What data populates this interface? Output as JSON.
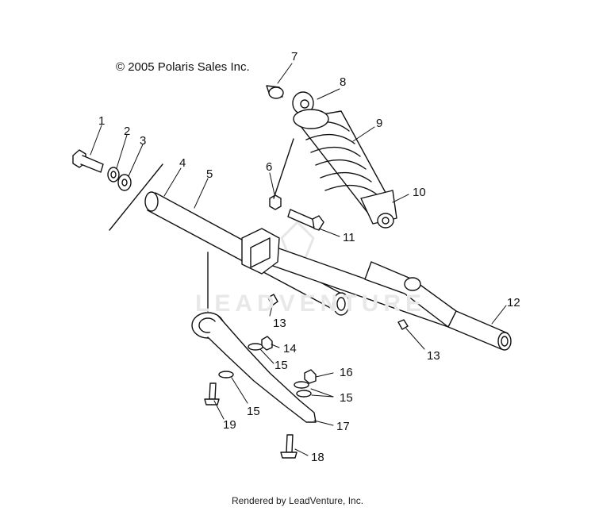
{
  "copyright": "© 2005 Polaris Sales Inc.",
  "footer": "Rendered by LeadVenture, Inc.",
  "watermark": "LEADVENTURE",
  "callouts": [
    "1",
    "2",
    "3",
    "4",
    "5",
    "6",
    "7",
    "8",
    "9",
    "10",
    "11",
    "12",
    "13",
    "13",
    "14",
    "15",
    "15",
    "16",
    "15",
    "17",
    "18",
    "19"
  ]
}
